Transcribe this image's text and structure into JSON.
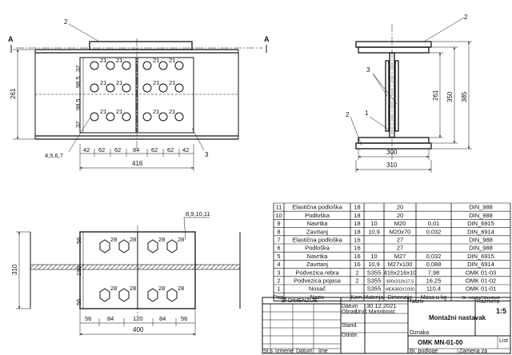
{
  "section_marks": {
    "left": "A",
    "right": "A"
  },
  "top_view": {
    "row_dims": [
      "21",
      "21",
      "21",
      "21",
      "21",
      "21",
      "21",
      "21"
    ],
    "vertical_dims": [
      "261",
      "32",
      "98,5",
      "98,5",
      "32"
    ],
    "bottom_dims": [
      "42",
      "62",
      "62",
      "84",
      "62",
      "62",
      "42"
    ],
    "overall_width": "416",
    "labels": {
      "top_plate": "2",
      "bolts": "4,5,6,7",
      "right": "3"
    }
  },
  "section_view": {
    "dims": {
      "inner_height": "261",
      "total_height": "350",
      "outer_height": "385",
      "flange_width": "300",
      "plate_width": "310"
    },
    "labels": {
      "upper": "2",
      "webs": "3",
      "lower_left": "2",
      "lower": "1"
    }
  },
  "bottom_view": {
    "hole_dims": [
      "28",
      "28",
      "28",
      "28",
      "28",
      "28",
      "28",
      "28"
    ],
    "vertical_dims": [
      "310",
      "56",
      "198",
      "56"
    ],
    "bottom_dims": [
      "56",
      "84",
      "120",
      "84",
      "56"
    ],
    "overall_width": "400",
    "label": "8,9,10,11"
  },
  "parts_table": {
    "headers": [
      "Poz.",
      "Naziv",
      "Kom.",
      "Materijal",
      "Dimenzije",
      "Masa u kg",
      "Br. crteža/Standard"
    ],
    "rows": [
      [
        "11",
        "Elastična podloška",
        "18",
        "",
        "20",
        "",
        "DIN_988"
      ],
      [
        "10",
        "Podloška",
        "18",
        "",
        "20",
        "",
        "DIN_988"
      ],
      [
        "9",
        "Navrtka",
        "18",
        "10",
        "M20",
        "0,01",
        "DIN_6915"
      ],
      [
        "8",
        "Zavrtanj",
        "18",
        "10,9",
        "M20x70",
        "0,032",
        "DIN_6914"
      ],
      [
        "7",
        "Elastična podloška",
        "16",
        "",
        "27",
        "",
        "DIN_988"
      ],
      [
        "6",
        "Podloška",
        "16",
        "",
        "27",
        "",
        "DIN_988"
      ],
      [
        "5",
        "Navrtka",
        "16",
        "10",
        "M27",
        "0,032",
        "DIN_6915"
      ],
      [
        "4",
        "Zavrtanj",
        "16",
        "10,9",
        "M27x100",
        "0,088",
        "DIN_6914"
      ],
      [
        "3",
        "Podvezica rebra",
        "2",
        "S355",
        "416x216x10",
        "7,98",
        "OMK 01-03"
      ],
      [
        "2",
        "Podvezica pojasa",
        "2",
        "S355",
        "400x310x17,5",
        "16,25",
        "OMK 01-02"
      ],
      [
        "1",
        "Nosač",
        "",
        "S355",
        "HEA360X1000",
        "110,4",
        "OMK 01-01"
      ]
    ]
  },
  "title_block": {
    "tolerance_label": "DIMENZIJE",
    "tolerance_symbol": "Ø",
    "date_label": "Datum",
    "date_value": "30.12.2021",
    "drew_label": "Obrad.",
    "drew_value": "Uroš Marinković",
    "check_label": "Stand.",
    "approve_label": "Odobr.",
    "name_label": "Naziv",
    "scale_label": "Razmera",
    "scale_value": "1:5",
    "drawing_title": "Montažni nastavak",
    "mark_label": "Oznaka",
    "mark_value": "OMK MN-01-00",
    "sheet_label": "List",
    "rev_cols": [
      "St.s",
      "Izmene",
      "Datum",
      "Ime"
    ],
    "bottom_labels": [
      "Br. podloge",
      "Zamena za"
    ]
  }
}
